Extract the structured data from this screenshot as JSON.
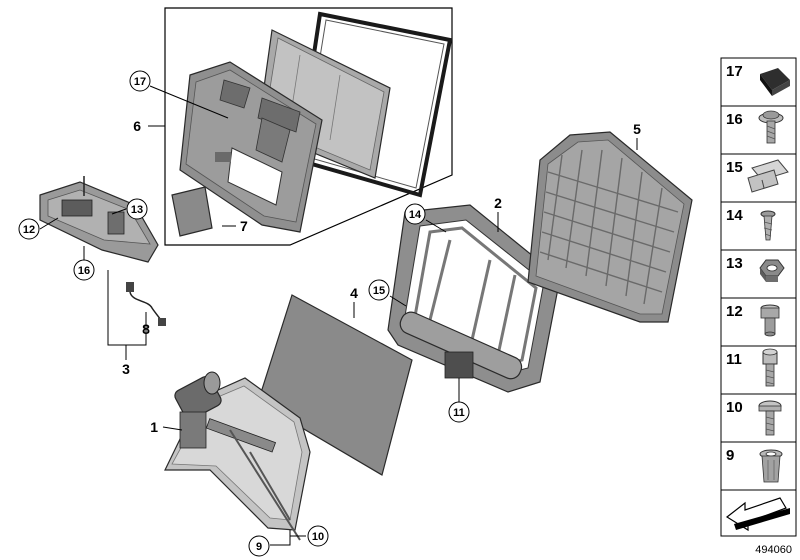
{
  "callouts": {
    "c1": "1",
    "c2": "2",
    "c3": "3",
    "c4": "4",
    "c5": "5",
    "c6": "6",
    "c7": "7",
    "c8": "8",
    "c9": "9",
    "c10": "10",
    "c11": "11",
    "c12": "12",
    "c13": "13",
    "c14": "14",
    "c15": "15",
    "c16": "16",
    "c17": "17"
  },
  "legend": [
    {
      "num": "17",
      "icon": "foam-pad-icon"
    },
    {
      "num": "16",
      "icon": "flange-screw-icon"
    },
    {
      "num": "15",
      "icon": "spring-clip-icon"
    },
    {
      "num": "14",
      "icon": "plastic-rivet-icon"
    },
    {
      "num": "13",
      "icon": "hex-nut-icon"
    },
    {
      "num": "12",
      "icon": "spacer-sleeve-icon"
    },
    {
      "num": "11",
      "icon": "socket-screw-icon"
    },
    {
      "num": "10",
      "icon": "torx-screw-icon"
    },
    {
      "num": "9",
      "icon": "rivet-nut-icon"
    }
  ],
  "footer": {
    "diagram_id": "494060"
  },
  "colors": {
    "part_fill": "#8f8f8f",
    "part_light": "#b5b5b5",
    "part_dark": "#5c5c5c",
    "legend_border": "#000000"
  }
}
